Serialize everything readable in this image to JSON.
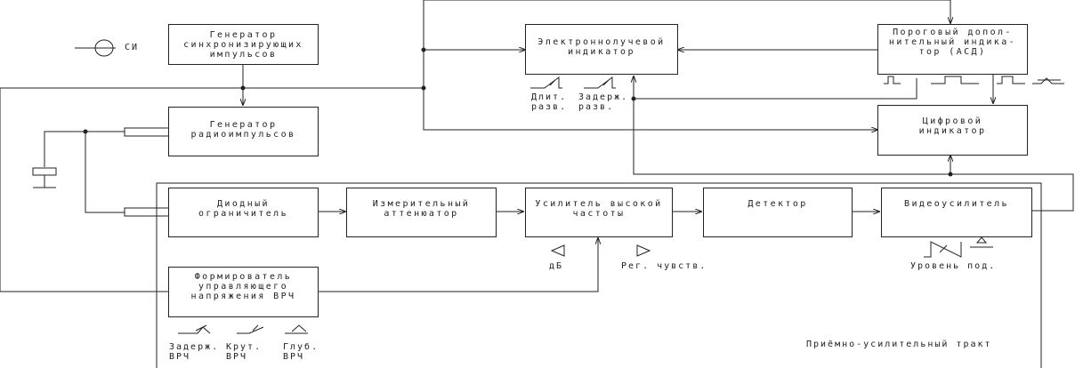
{
  "colors": {
    "line": "#222222",
    "background": "#ffffff"
  },
  "blocks": {
    "sync_gen": "Генератор\nсинхронизирующих\nимпульсов",
    "radio_gen": "Генератор\nрадиоимпульсов",
    "crt": "Электроннолучевой\nиндикатор",
    "threshold": "Пороговый допол-\nнительный индика-\nтор (АСД)",
    "digital": "Цифровой\nиндикатор",
    "diode": "Диодный\nограничитель",
    "atten": "Измерительный\nаттенюатор",
    "amp": "Усилитель высокой\nчастоты",
    "detector": "Детектор",
    "video": "Видеоусилитель",
    "vrch": "Формирователь\nуправляющего\nнапряжения ВРЧ"
  },
  "labels": {
    "si": "СИ",
    "dur_sweep": "Длит.\nразв.",
    "delay_sweep": "Задерж.\nразв.",
    "db": "дБ",
    "sens": "Рег. чувств.",
    "level": "Уровень под.",
    "delay_vrch": "Задерж.\nВРЧ",
    "slope_vrch": "Крут.\nВРЧ",
    "depth_vrch": "Глуб.\nВРЧ",
    "tract": "Приёмно-усилительный тракт"
  }
}
